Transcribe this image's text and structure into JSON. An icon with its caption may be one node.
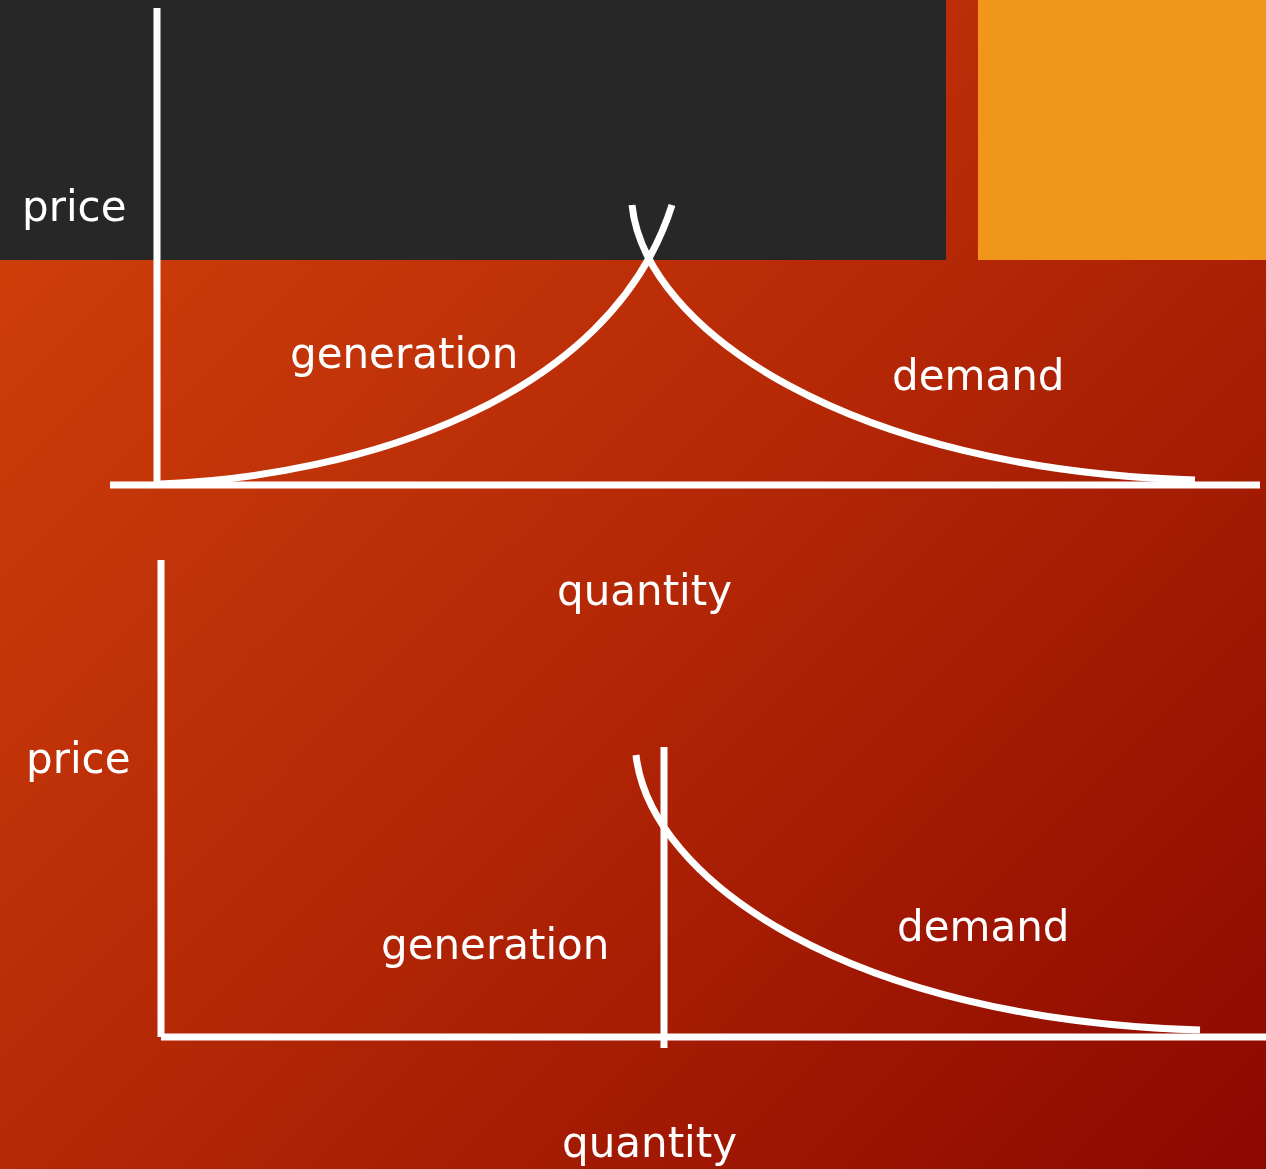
{
  "diagram": {
    "labels": [
      "price",
      "generation",
      "demand",
      "quantity",
      "price",
      "generation",
      "demand",
      "quantity"
    ]
  }
}
